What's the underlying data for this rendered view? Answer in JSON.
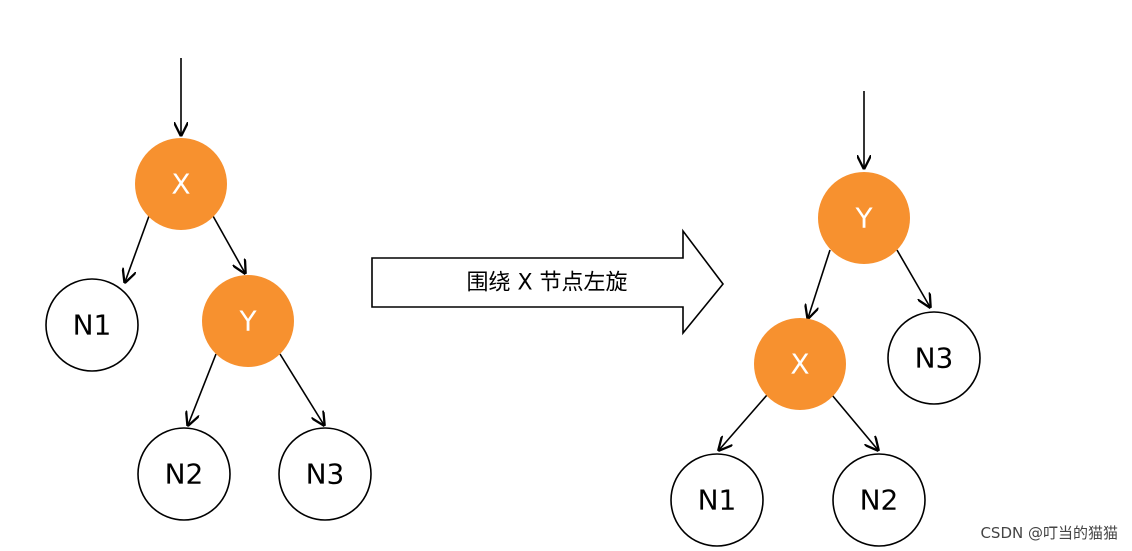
{
  "colors": {
    "highlight_node": "#F7912F",
    "plain_node": "#ffffff",
    "stroke": "#000000"
  },
  "before_tree": {
    "x_label": "X",
    "y_label": "Y",
    "n1_label": "N1",
    "n2_label": "N2",
    "n3_label": "N3"
  },
  "rotation_arrow": {
    "text": "围绕 X 节点左旋"
  },
  "after_tree": {
    "y_label": "Y",
    "x_label": "X",
    "n1_label": "N1",
    "n2_label": "N2",
    "n3_label": "N3"
  },
  "watermark": "CSDN @叮当的猫猫"
}
